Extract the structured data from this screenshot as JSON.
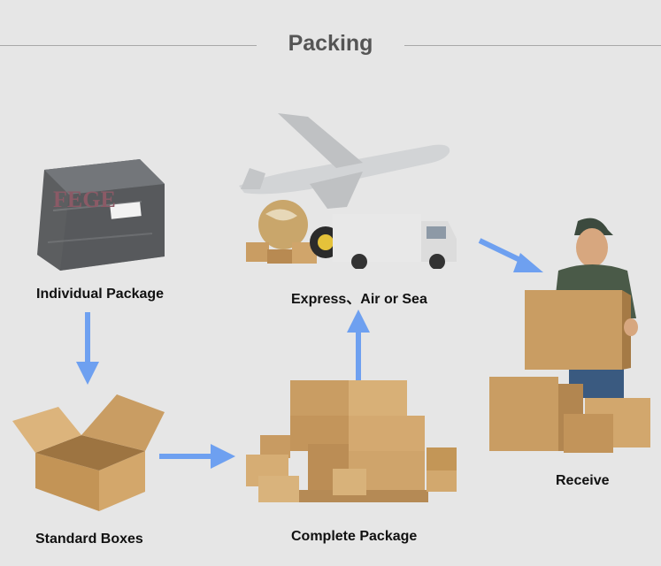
{
  "title": "Packing",
  "steps": {
    "individual": "Individual Package",
    "standard": "Standard Boxes",
    "complete": "Complete Package",
    "shipping": "Express、Air or Sea",
    "receive": "Receive"
  },
  "bag_print": "FEGE",
  "colors": {
    "background": "#e6e6e6",
    "arrow": "#6ea0f0",
    "cardboard": "#c99d63",
    "bag": "#5c5e60"
  },
  "icons": {
    "package": "plastic-bag-icon",
    "box": "open-box-icon",
    "stack": "box-pallet-icon",
    "transport": "plane-truck-globe-icon",
    "person": "delivery-man-icon"
  }
}
